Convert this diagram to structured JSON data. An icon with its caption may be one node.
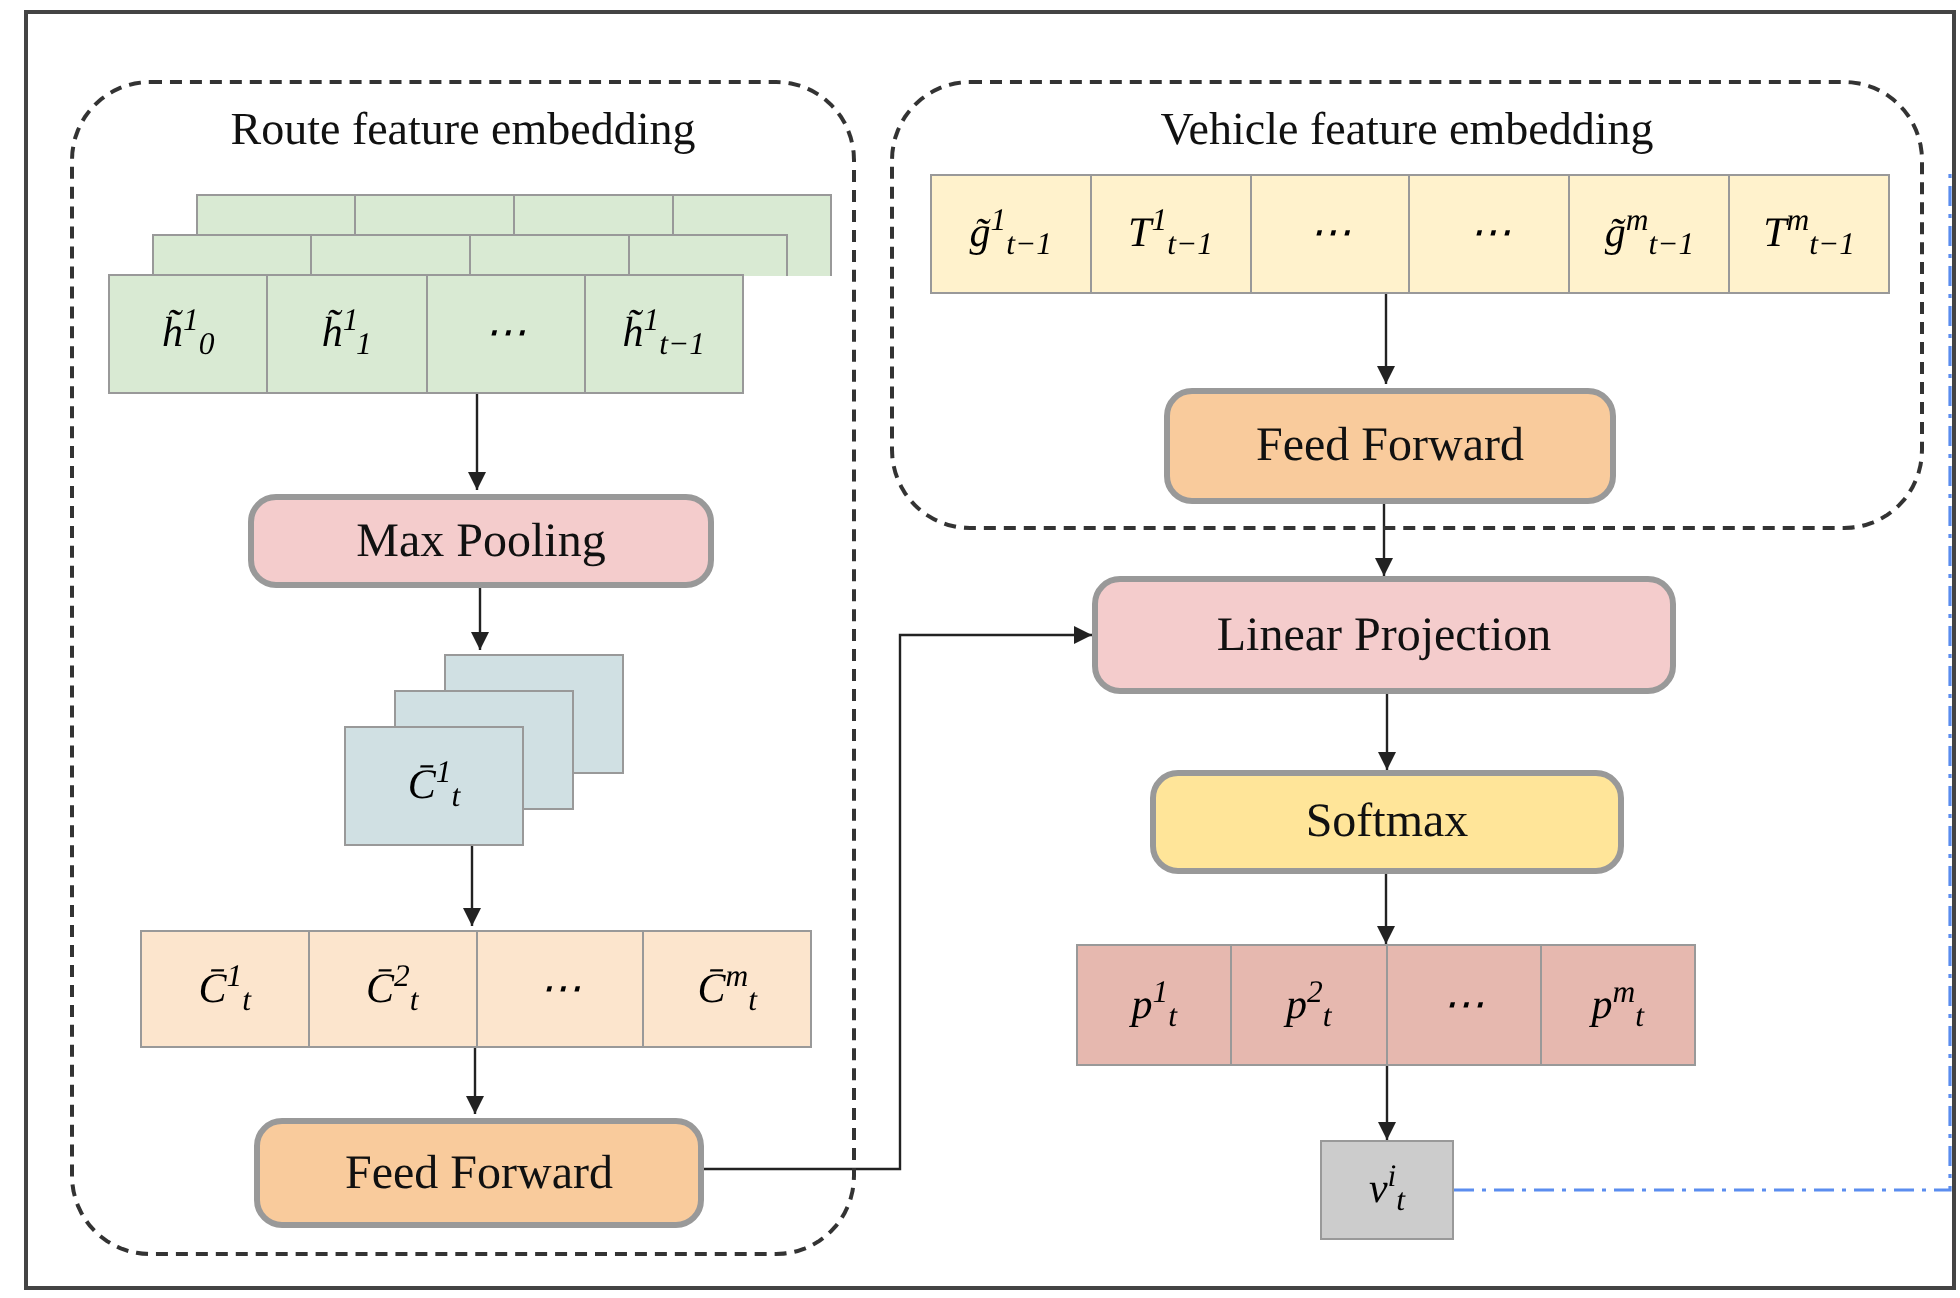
{
  "diagram": {
    "nodes": [
      {
        "text": [
          "Route feature embedding"
        ]
      },
      {
        "text": [
          "h̃$^{1}$$_{0}$",
          "h̃$^{1}$$_{1}$",
          "⋯",
          "h̃$^{1}$$_{t−1}$"
        ],
        "in": 0
      },
      {
        "text": [
          "Max Pooling"
        ],
        "in": 0
      },
      {
        "text": [
          "C̄$^{1}$$_{t}$"
        ],
        "in": 0
      },
      {
        "text": [
          "C̄$^{1}$$_{t}$",
          "C̄$^{2}$$_{t}$",
          "⋯",
          "C̄$^{m}$$_{t}$"
        ],
        "in": 0
      },
      {
        "text": [
          "Feed Forward"
        ],
        "in": 0
      },
      {
        "text": [
          "Vehicle feature embedding"
        ]
      },
      {
        "text": [
          "g̃$^{1}$$_{t−1}$",
          "T$^{1}$$_{t−1}$",
          "⋯",
          "⋯",
          "g̃$^{m}$$_{t−1}$",
          "T$^{m}$$_{t−1}$"
        ],
        "in": 6
      },
      {
        "text": [
          "Feed Forward"
        ],
        "in": 6
      },
      {
        "text": [
          "Linear Projection"
        ]
      },
      {
        "text": [
          "Softmax"
        ]
      },
      {
        "text": [
          "p$^{1}$$_{t}$",
          "p$^{2}$$_{t}$",
          "⋯",
          "p$^{m}$$_{t}$"
        ]
      },
      {
        "text": [
          "v$^{i}$$_{t}$"
        ]
      }
    ],
    "edges": [
      {
        "from": 1,
        "to": 2,
        "arrow": "to"
      },
      {
        "from": 2,
        "to": 3,
        "arrow": "to"
      },
      {
        "from": 3,
        "to": 4,
        "arrow": "to"
      },
      {
        "from": 4,
        "to": 5,
        "arrow": "to"
      },
      {
        "from": 5,
        "to": 9,
        "arrow": "to"
      },
      {
        "from": 7,
        "to": 8,
        "arrow": "to"
      },
      {
        "from": 8,
        "to": 9,
        "arrow": "to"
      },
      {
        "from": 9,
        "to": 10,
        "arrow": "to"
      },
      {
        "from": 10,
        "to": 11,
        "arrow": "to"
      },
      {
        "from": 11,
        "to": 12,
        "arrow": "to"
      },
      {
        "from": 12,
        "to": null,
        "arrow": "none",
        "style": "dashed",
        "color": "#5b8def"
      }
    ]
  }
}
